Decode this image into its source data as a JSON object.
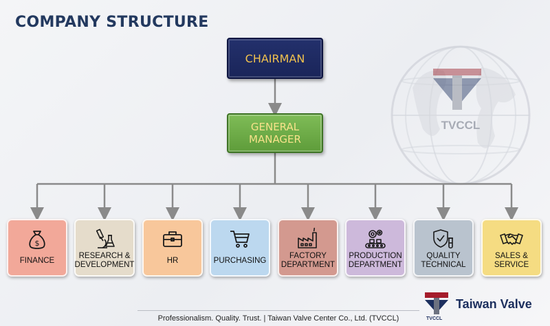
{
  "title": "COMPANY STRUCTURE",
  "nodes": {
    "chairman": "CHAIRMAN",
    "general_manager": [
      "GENERAL",
      "MANAGER"
    ]
  },
  "departments": [
    {
      "label": [
        "FINANCE"
      ],
      "icon": "money-bag-icon",
      "color": "#f2a899"
    },
    {
      "label": [
        "RESEARCH &",
        "DEVELOPMENT"
      ],
      "icon": "microscope-icon",
      "color": "#e5dccb"
    },
    {
      "label": [
        "HR"
      ],
      "icon": "briefcase-icon",
      "color": "#f8c79b"
    },
    {
      "label": [
        "PURCHASING"
      ],
      "icon": "shopping-cart-icon",
      "color": "#bcd8ef"
    },
    {
      "label": [
        "FACTORY",
        "DEPARTMENT"
      ],
      "icon": "factory-icon",
      "color": "#d3998f"
    },
    {
      "label": [
        "PRODUCTION",
        "DEPARTMENT"
      ],
      "icon": "conveyor-gears-icon",
      "color": "#cdb9db"
    },
    {
      "label": [
        "QUALITY",
        "TECHNICAL"
      ],
      "icon": "quality-shield-icon",
      "color": "#b9c3ce"
    },
    {
      "label": [
        "SALES &",
        "SERVICE"
      ],
      "icon": "handshake-icon",
      "color": "#f5dc82"
    }
  ],
  "watermark_text": "TVCCL",
  "footer": "Professionalism. Quality. Trust.  |  Taiwan Valve Center Co., Ltd. (TVCCL)",
  "brand": {
    "name": "Taiwan Valve",
    "abbr": "TVCCL"
  },
  "colors": {
    "title": "#23395f",
    "chairman": "#1f2c66",
    "general_manager": "#6aab45",
    "connector": "#8a8a8a"
  }
}
